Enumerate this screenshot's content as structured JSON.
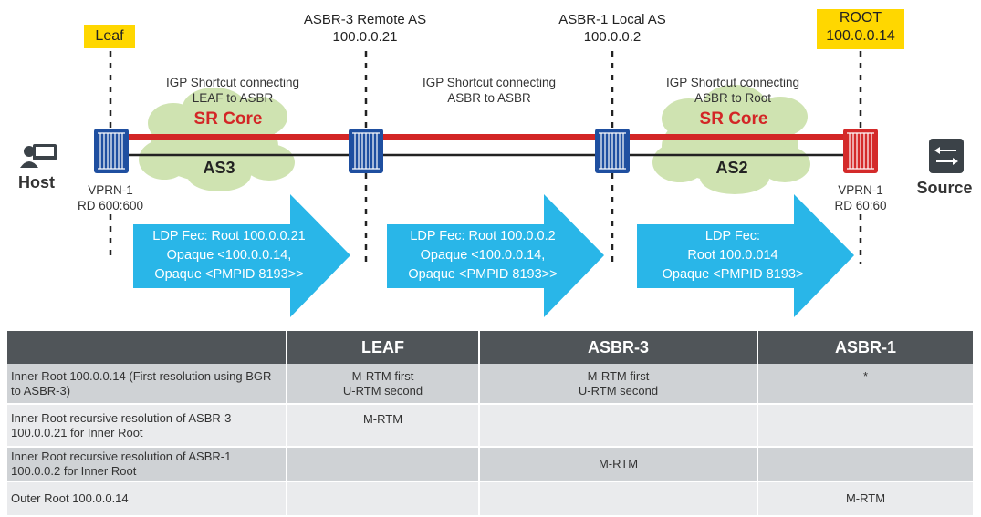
{
  "tags": {
    "leaf": "Leaf",
    "root_line1": "ROOT",
    "root_line2": "100.0.0.14"
  },
  "asbr3": {
    "line1": "ASBR-3 Remote AS",
    "line2": "100.0.0.21"
  },
  "asbr1": {
    "line1": "ASBR-1 Local AS",
    "line2": "100.0.0.2"
  },
  "igp": {
    "left_line1": "IGP Shortcut connecting",
    "left_line2": "LEAF to ASBR",
    "mid_line1": "IGP Shortcut connecting",
    "mid_line2": "ASBR to ASBR",
    "right_line1": "IGP Shortcut connecting",
    "right_line2": "ASBR to Root"
  },
  "clouds": {
    "left_sr": "SR Core",
    "left_as": "AS3",
    "right_sr": "SR Core",
    "right_as": "AS2"
  },
  "vprn": {
    "left_line1": "VPRN-1",
    "left_line2": "RD 600:600",
    "right_line1": "VPRN-1",
    "right_line2": "RD 60:60"
  },
  "endpoints": {
    "host": "Host",
    "source": "Source"
  },
  "arrows": [
    {
      "line1": "LDP Fec: Root 100.0.0.21",
      "line2": "Opaque <100.0.0.14,",
      "line3": "Opaque <PMPID 8193>>"
    },
    {
      "line1": "LDP Fec: Root 100.0.0.2",
      "line2": "Opaque <100.0.0.14,",
      "line3": "Opaque <PMPID 8193>>"
    },
    {
      "line1": "LDP Fec:",
      "line2": "Root 100.0.014",
      "line3": "Opaque <PMPID 8193>"
    }
  ],
  "colors": {
    "tag_yellow": "#ffd700",
    "arrow_blue": "#29b6e8",
    "cloud_green": "#cfe3b1",
    "sr_red": "#d32626",
    "router_blue": "#1f4fa0",
    "router_red": "#d42a2a",
    "table_header": "#505559"
  },
  "table": {
    "headers": [
      "",
      "LEAF",
      "ASBR-3",
      "ASBR-1"
    ],
    "rows": [
      {
        "label": "Inner Root 100.0.0.14 (First resolution using BGR to ASBR-3)",
        "leaf": "M-RTM first\nU-RTM second",
        "asbr3": "M-RTM first\nU-RTM second",
        "asbr1": "*"
      },
      {
        "label": "Inner Root recursive resolution of ASBR-3 100.0.0.21 for Inner Root",
        "leaf": "M-RTM",
        "asbr3": "",
        "asbr1": ""
      },
      {
        "label": "Inner Root recursive resolution of ASBR-1 100.0.0.2 for Inner Root",
        "leaf": "",
        "asbr3": "M-RTM",
        "asbr1": ""
      },
      {
        "label": "Outer Root 100.0.0.14",
        "leaf": "",
        "asbr3": "",
        "asbr1": "M-RTM"
      }
    ]
  }
}
